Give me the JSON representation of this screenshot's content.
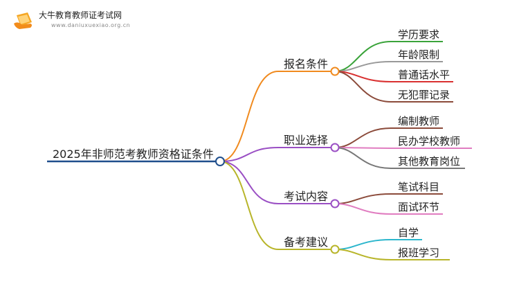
{
  "logo": {
    "title": "大牛教育教师证考试网",
    "url": "www.daniuxuexiao.org.cn",
    "icon": "book-hand-icon"
  },
  "mindmap": {
    "root": "2025年非师范考教师资格证条件",
    "branches": [
      {
        "label": "报名条件",
        "color": "#f08a1e",
        "children": [
          {
            "label": "学历要求",
            "color": "#3aa33a"
          },
          {
            "label": "年龄限制",
            "color": "#999999"
          },
          {
            "label": "普通话水平",
            "color": "#d93030"
          },
          {
            "label": "无犯罪记录",
            "color": "#8b4a3a"
          }
        ]
      },
      {
        "label": "职业选择",
        "color": "#9a4fc4",
        "children": [
          {
            "label": "编制教师",
            "color": "#8b4a3a"
          },
          {
            "label": "民办学校教师",
            "color": "#e07cc0"
          },
          {
            "label": "其他教育岗位",
            "color": "#777777"
          }
        ]
      },
      {
        "label": "考试内容",
        "color": "#9a4fc4",
        "children": [
          {
            "label": "笔试科目",
            "color": "#8b4a3a"
          },
          {
            "label": "面试环节",
            "color": "#e07cc0"
          }
        ]
      },
      {
        "label": "备考建议",
        "color": "#b8b52a",
        "children": [
          {
            "label": "自学",
            "color": "#2bb6cc"
          },
          {
            "label": "报班学习",
            "color": "#b8b52a"
          }
        ]
      }
    ],
    "root_line_color": "#1f4e8c"
  }
}
